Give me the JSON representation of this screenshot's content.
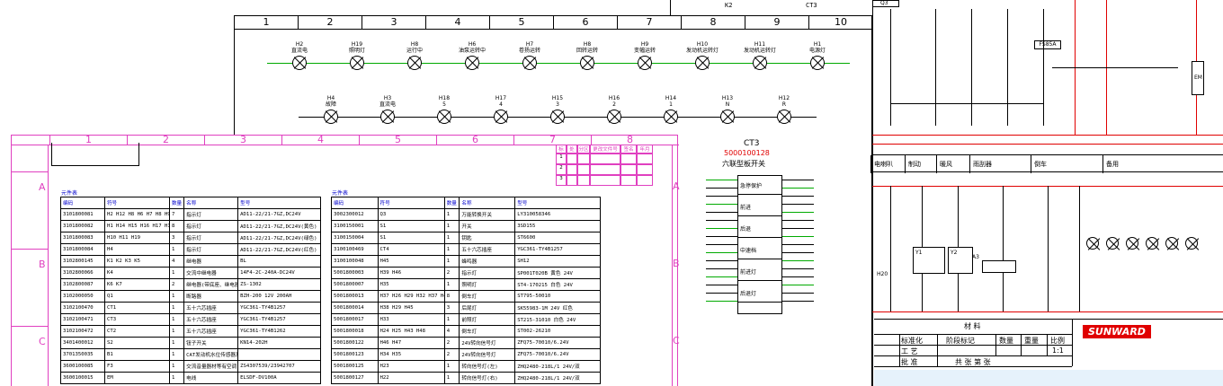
{
  "main": {
    "ruler": [
      "1",
      "2",
      "3",
      "4",
      "5",
      "6",
      "7",
      "8",
      "9",
      "10"
    ],
    "lamps_row1": [
      {
        "tag": "H2",
        "text": "直流电"
      },
      {
        "tag": "H19",
        "text": "照明灯"
      },
      {
        "tag": "H8",
        "text": "运行中"
      },
      {
        "tag": "H6",
        "text": "油泵运转中"
      },
      {
        "tag": "H7",
        "text": "卷扬运转"
      },
      {
        "tag": "H8",
        "text": "回转运转"
      },
      {
        "tag": "H9",
        "text": "变幅运转"
      },
      {
        "tag": "H10",
        "text": "发动机运转灯"
      },
      {
        "tag": "H11",
        "text": "发动机运转灯"
      },
      {
        "tag": "H1",
        "text": "电源灯"
      }
    ],
    "lamps_row2": [
      {
        "tag": "H4",
        "text": "故障"
      },
      {
        "tag": "H3",
        "text": "直流电"
      },
      {
        "tag": "H18",
        "text": "5"
      },
      {
        "tag": "H17",
        "text": "4"
      },
      {
        "tag": "H15",
        "text": "3"
      },
      {
        "tag": "H16",
        "text": "2"
      },
      {
        "tag": "H14",
        "text": "1"
      },
      {
        "tag": "H13",
        "text": "N"
      },
      {
        "tag": "H12",
        "text": "R"
      }
    ]
  },
  "ct3": {
    "title": "CT3",
    "code": "5000100128",
    "name": "六联型板开关",
    "positions": [
      "急停保护",
      "前进",
      "后退",
      "中速档",
      "前进灯",
      "后退灯"
    ]
  },
  "pink": {
    "cols": [
      "1",
      "2",
      "3",
      "4",
      "5",
      "6",
      "7",
      "8"
    ],
    "rows": [
      "A",
      "B",
      "C"
    ],
    "rev_header": [
      "标记",
      "处数",
      "分区",
      "更改文件号",
      "签名",
      "年月日"
    ],
    "rev_rows": [
      "1",
      "2",
      "3"
    ],
    "left_title": "元件表",
    "right_title": "元件表",
    "bom_header": [
      "编码",
      "符号",
      "数量",
      "名称",
      "型号"
    ],
    "bom_left": [
      [
        "3101800081",
        "H2 H12 H8 H6 H7 H8 H9",
        "7",
        "指示灯",
        "AD11-22/21-7GZ,DC24V"
      ],
      [
        "3101800082",
        "H1 H14 H15 H16 H17 H18 H2 H3",
        "8",
        "指示灯",
        "AD11-22/21-7GZ,DC24V(黄色)"
      ],
      [
        "3101800083",
        "H10 H11 H19",
        "3",
        "指示灯",
        "AD11-22/21-7GZ,DC24V(绿色)"
      ],
      [
        "3101800084",
        "H4",
        "1",
        "指示灯",
        "AD11-22/21-7GZ,DC24V(红色)"
      ],
      [
        "3102800145",
        "K1 K2 K3 K5",
        "4",
        "继电器",
        "BL"
      ],
      [
        "3102800066",
        "K4",
        "1",
        "交流中继电器",
        "14F4-2C-240A-DC24V"
      ],
      [
        "3102800087",
        "K6 K7",
        "2",
        "继电器(带底座、继电器)",
        "ZS-1302"
      ],
      [
        "3102000050",
        "Q1",
        "1",
        "断路器",
        "BZH-200 12V 200AH"
      ],
      [
        "3102100470",
        "CT1",
        "1",
        "五十六芯插座",
        "YGC361-TY4B1257"
      ],
      [
        "3102100471",
        "CT3",
        "1",
        "五十六芯插座",
        "YGC361-TY4B1257"
      ],
      [
        "3102100472",
        "CT2",
        "1",
        "五十六芯插座",
        "YGC361-TY4B1262"
      ],
      [
        "3401400012",
        "S2",
        "1",
        "钮子开关",
        "KN14-202H"
      ],
      [
        "3701350035",
        "B1",
        "1",
        "CAT发动机水位传感器及插件",
        ""
      ],
      [
        "3600100085",
        "F3",
        "1",
        "交流音量器材等有空调",
        "ZS4307539/23942707"
      ],
      [
        "3600100015",
        "EM",
        "1",
        "电线",
        "ELSDF-DV100A"
      ]
    ],
    "bom_right": [
      [
        "3002300012",
        "Q3",
        "1",
        "万能转换开关",
        "LY310058346"
      ],
      [
        "3100150001",
        "S1",
        "1",
        "开关",
        "3SD155"
      ],
      [
        "3100150004",
        "S1",
        "1",
        "钥匙",
        "ST6600"
      ],
      [
        "3100100469",
        "CT4",
        "1",
        "五十六芯插座",
        "YGC361-TY4B1257"
      ],
      [
        "3100100048",
        "H45",
        "1",
        "蜂鸣器",
        "SH12"
      ],
      [
        "5001800003",
        "H39 H46",
        "2",
        "指示灯",
        "SP001T020B 黄色 24V"
      ],
      [
        "5001800007",
        "H35",
        "1",
        "照明灯",
        "ST4-170215 白色 24V"
      ],
      [
        "5001800013",
        "H37 H26 H29 H32 H37 H40 H41 H42",
        "8",
        "倒车灯",
        "ST795-50010"
      ],
      [
        "5001800014",
        "H38 H29 H45",
        "3",
        "后尾灯",
        "SK55983-1M 24V 红色"
      ],
      [
        "5001800017",
        "H33",
        "1",
        "前照灯",
        "ST215-31010 白色 24V"
      ],
      [
        "5001800018",
        "H24 H25 H43 H48",
        "4",
        "倒车灯",
        "ST002-26210"
      ],
      [
        "5001800122",
        "H46 H47",
        "2",
        "24V转向信号灯",
        "ZFQ75-70010/6.24V"
      ],
      [
        "5001800123",
        "H34 H35",
        "2",
        "24V转向信号灯",
        "ZFQ75-70010/6.24V"
      ],
      [
        "5001800125",
        "H23",
        "1",
        "转向信号灯(左)",
        "ZHQ2480-218L/1 24V/双"
      ],
      [
        "5001800127",
        "H22",
        "1",
        "转向信号灯(右)",
        "ZHQ2480-218L/1 24V/双"
      ]
    ]
  },
  "right": {
    "function_headers": [
      "电喇叭",
      "制动",
      "暖风",
      "雨刮器",
      "倒车",
      "备用"
    ],
    "title_block": {
      "material": "材    料",
      "stage_mark": "阶段标记",
      "qty": "数量",
      "weight": "重量",
      "scale": "比例",
      "scale_value": "1:1",
      "std": "标准化",
      "process": "工 艺",
      "approve": "批 准",
      "sheet_info": "共    张   第    张",
      "logo": "SUNWARD"
    },
    "labels": [
      "Q3",
      "FS85A",
      "H20",
      "Y1",
      "Y2",
      "A3",
      "EM"
    ]
  },
  "colors": {
    "pink": "#e040c0",
    "red": "#e00000",
    "green": "#00aa00",
    "blue": "#0000cc"
  }
}
